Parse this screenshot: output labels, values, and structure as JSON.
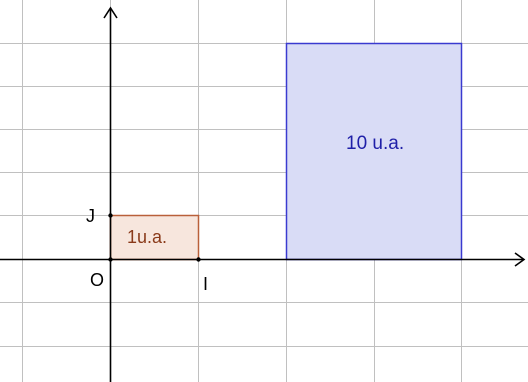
{
  "origin_label": "O",
  "unit_x_label": "I",
  "unit_y_label": "J",
  "small_area_label": "1u.a.",
  "large_area_label": "10 u.a.",
  "colors": {
    "grid": "#c0c0c0",
    "axis": "#000000",
    "small_fill": "#f7e6dd",
    "small_stroke": "#b9603a",
    "small_text": "#8a3a1a",
    "large_fill": "#d9dcf6",
    "large_stroke": "#3a3ad0",
    "large_text": "#1f1fa8"
  }
}
